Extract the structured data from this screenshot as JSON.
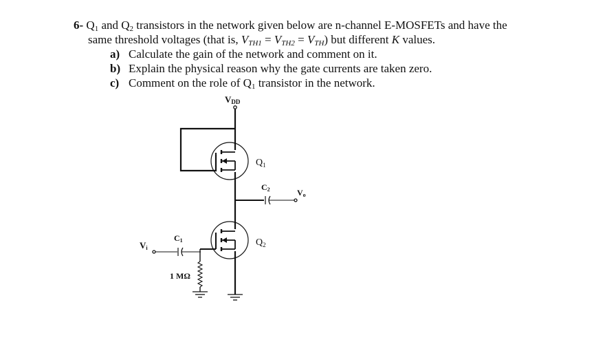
{
  "problem": {
    "number": "6-",
    "line1": {
      "q1": "Q",
      "q1_sub": "1",
      "and": " and ",
      "q2": "Q",
      "q2_sub": "2",
      "rest": " transistors in the network given below are n-channel E-MOSFETs and have the"
    },
    "line2": {
      "pre": "same threshold voltages (that is, ",
      "v1": "V",
      "v1_sub": "TH1",
      "eq1": " = ",
      "v2": "V",
      "v2_sub": "TH2",
      "eq2": " = ",
      "v3": "V",
      "v3_sub": "TH",
      "mid": ") but different ",
      "k": "K",
      "post": " values."
    },
    "parts": [
      {
        "letter": "a)",
        "text": "Calculate the gain of the network and comment on it."
      },
      {
        "letter": "b)",
        "text": "Explain the physical reason why the gate currents are taken zero."
      },
      {
        "letter": "c)",
        "pre": "Comment on the role of Q",
        "sub": "1",
        "post": " transistor in the network."
      }
    ]
  },
  "circuit": {
    "vdd_main": "V",
    "vdd_sub": "DD",
    "q1_main": "Q",
    "q1_sub": "1",
    "q2_main": "Q",
    "q2_sub": "2",
    "c2_main": "C",
    "c2_sub": "2",
    "c1_main": "C",
    "c1_sub": "1",
    "vo_main": "V",
    "vo_sub": "o",
    "vi_main": "V",
    "vi_sub": "i",
    "resistor": "1 MΩ"
  }
}
